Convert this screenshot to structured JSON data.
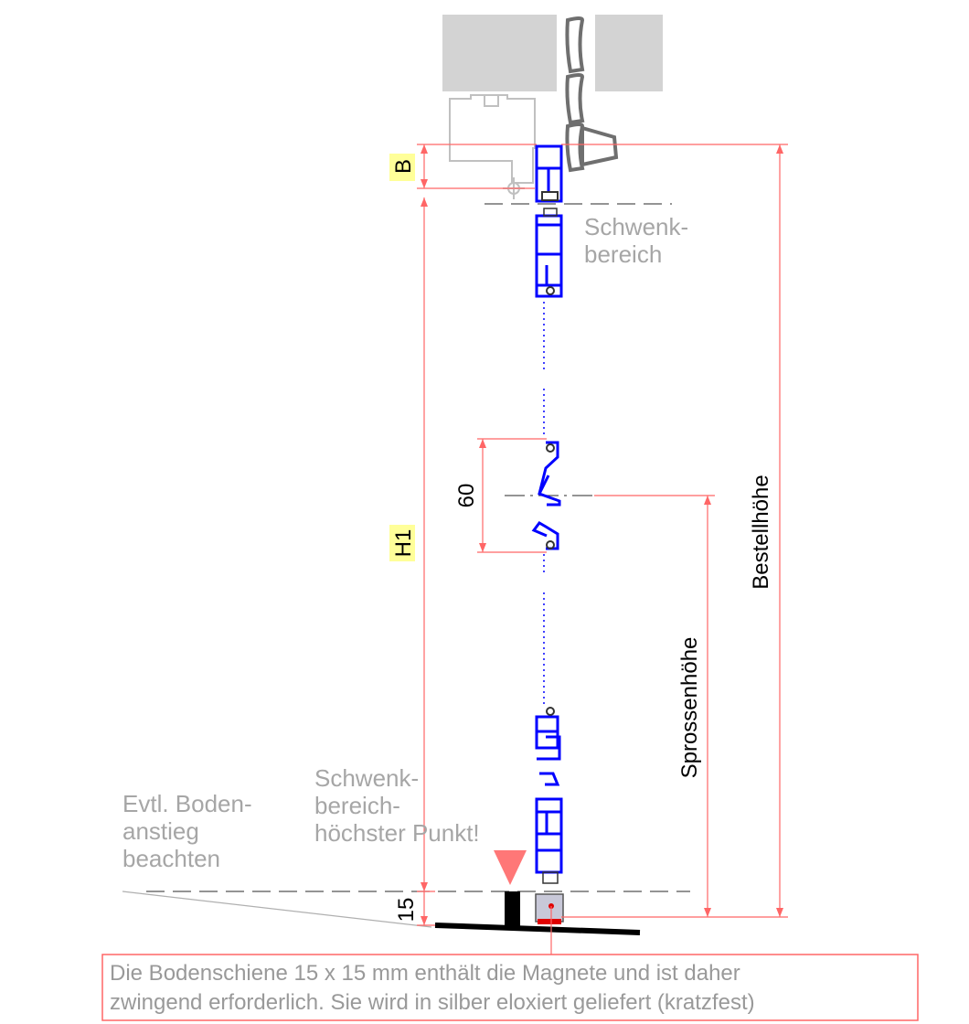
{
  "labels": {
    "dim_b": "B",
    "dim_h1": "H1",
    "dim_60": "60",
    "dim_15": "15",
    "bestellhoehe": "Bestellhöhe",
    "sprossenhoehe": "Sprossenhöhe",
    "schwenk_top": [
      "Schwenk-",
      "bereich"
    ],
    "schwenk_bottom": [
      "Schwenk-",
      "bereich-",
      "höchster Punkt!"
    ],
    "boden": [
      "Evtl. Boden-",
      "anstieg",
      "beachten"
    ]
  },
  "note": {
    "lines": [
      "Die Bodenschiene 15 x 15 mm enthält die Magnete und ist daher",
      "zwingend erforderlich. Sie wird in silber eloxiert geliefert (kratzfest)"
    ]
  },
  "colors": {
    "profile": "#0000ff",
    "dimension": "#ff6666",
    "highlight": "#ffff99",
    "marker": "#ff7777",
    "wall": "#d3d3d3",
    "text_gray": "#a6a6a6"
  }
}
